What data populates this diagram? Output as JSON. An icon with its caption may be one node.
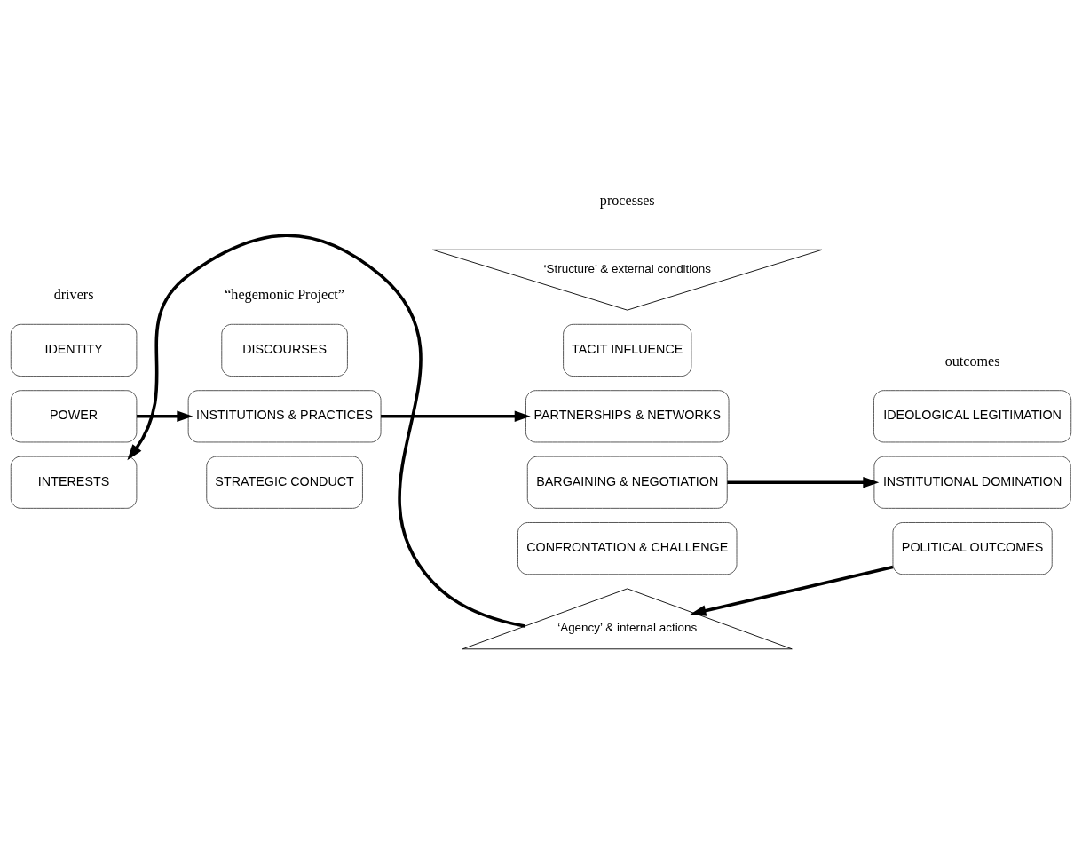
{
  "diagram": {
    "nodes": [
      {
        "text": [
          "‘Structure’ & external conditions"
        ]
      },
      {
        "text": [
          "IDENTITY"
        ]
      },
      {
        "text": [
          "POWER"
        ]
      },
      {
        "text": [
          "INTERESTS"
        ]
      },
      {
        "text": [
          "DISCOURSES"
        ]
      },
      {
        "text": [
          "INSTITUTIONS & PRACTICES"
        ]
      },
      {
        "text": [
          "STRATEGIC CONDUCT"
        ]
      },
      {
        "text": [
          "TACIT INFLUENCE"
        ]
      },
      {
        "text": [
          "PARTNERSHIPS & NETWORKS"
        ]
      },
      {
        "text": [
          "BARGAINING & NEGOTIATION"
        ]
      },
      {
        "text": [
          "CONFRONTATION & CHALLENGE"
        ]
      },
      {
        "text": [
          "IDEOLOGICAL LEGITIMATION"
        ]
      },
      {
        "text": [
          "INSTITUTIONAL DOMINATION"
        ]
      },
      {
        "text": [
          "POLITICAL OUTCOMES"
        ]
      },
      {
        "text": [
          "‘Agency’ & internal actions"
        ]
      }
    ],
    "edges": [
      {
        "from": 2,
        "to": 5,
        "arrow": "to"
      },
      {
        "from": 5,
        "to": 8,
        "arrow": "to"
      },
      {
        "from": 9,
        "to": 12,
        "arrow": "to"
      },
      {
        "from": 13,
        "to": 14,
        "arrow": "to"
      },
      {
        "from": 14,
        "to": 3,
        "arrow": "to"
      }
    ],
    "labels": [
      "drivers",
      "“hegemonic Project”",
      "processes",
      "outcomes"
    ]
  }
}
